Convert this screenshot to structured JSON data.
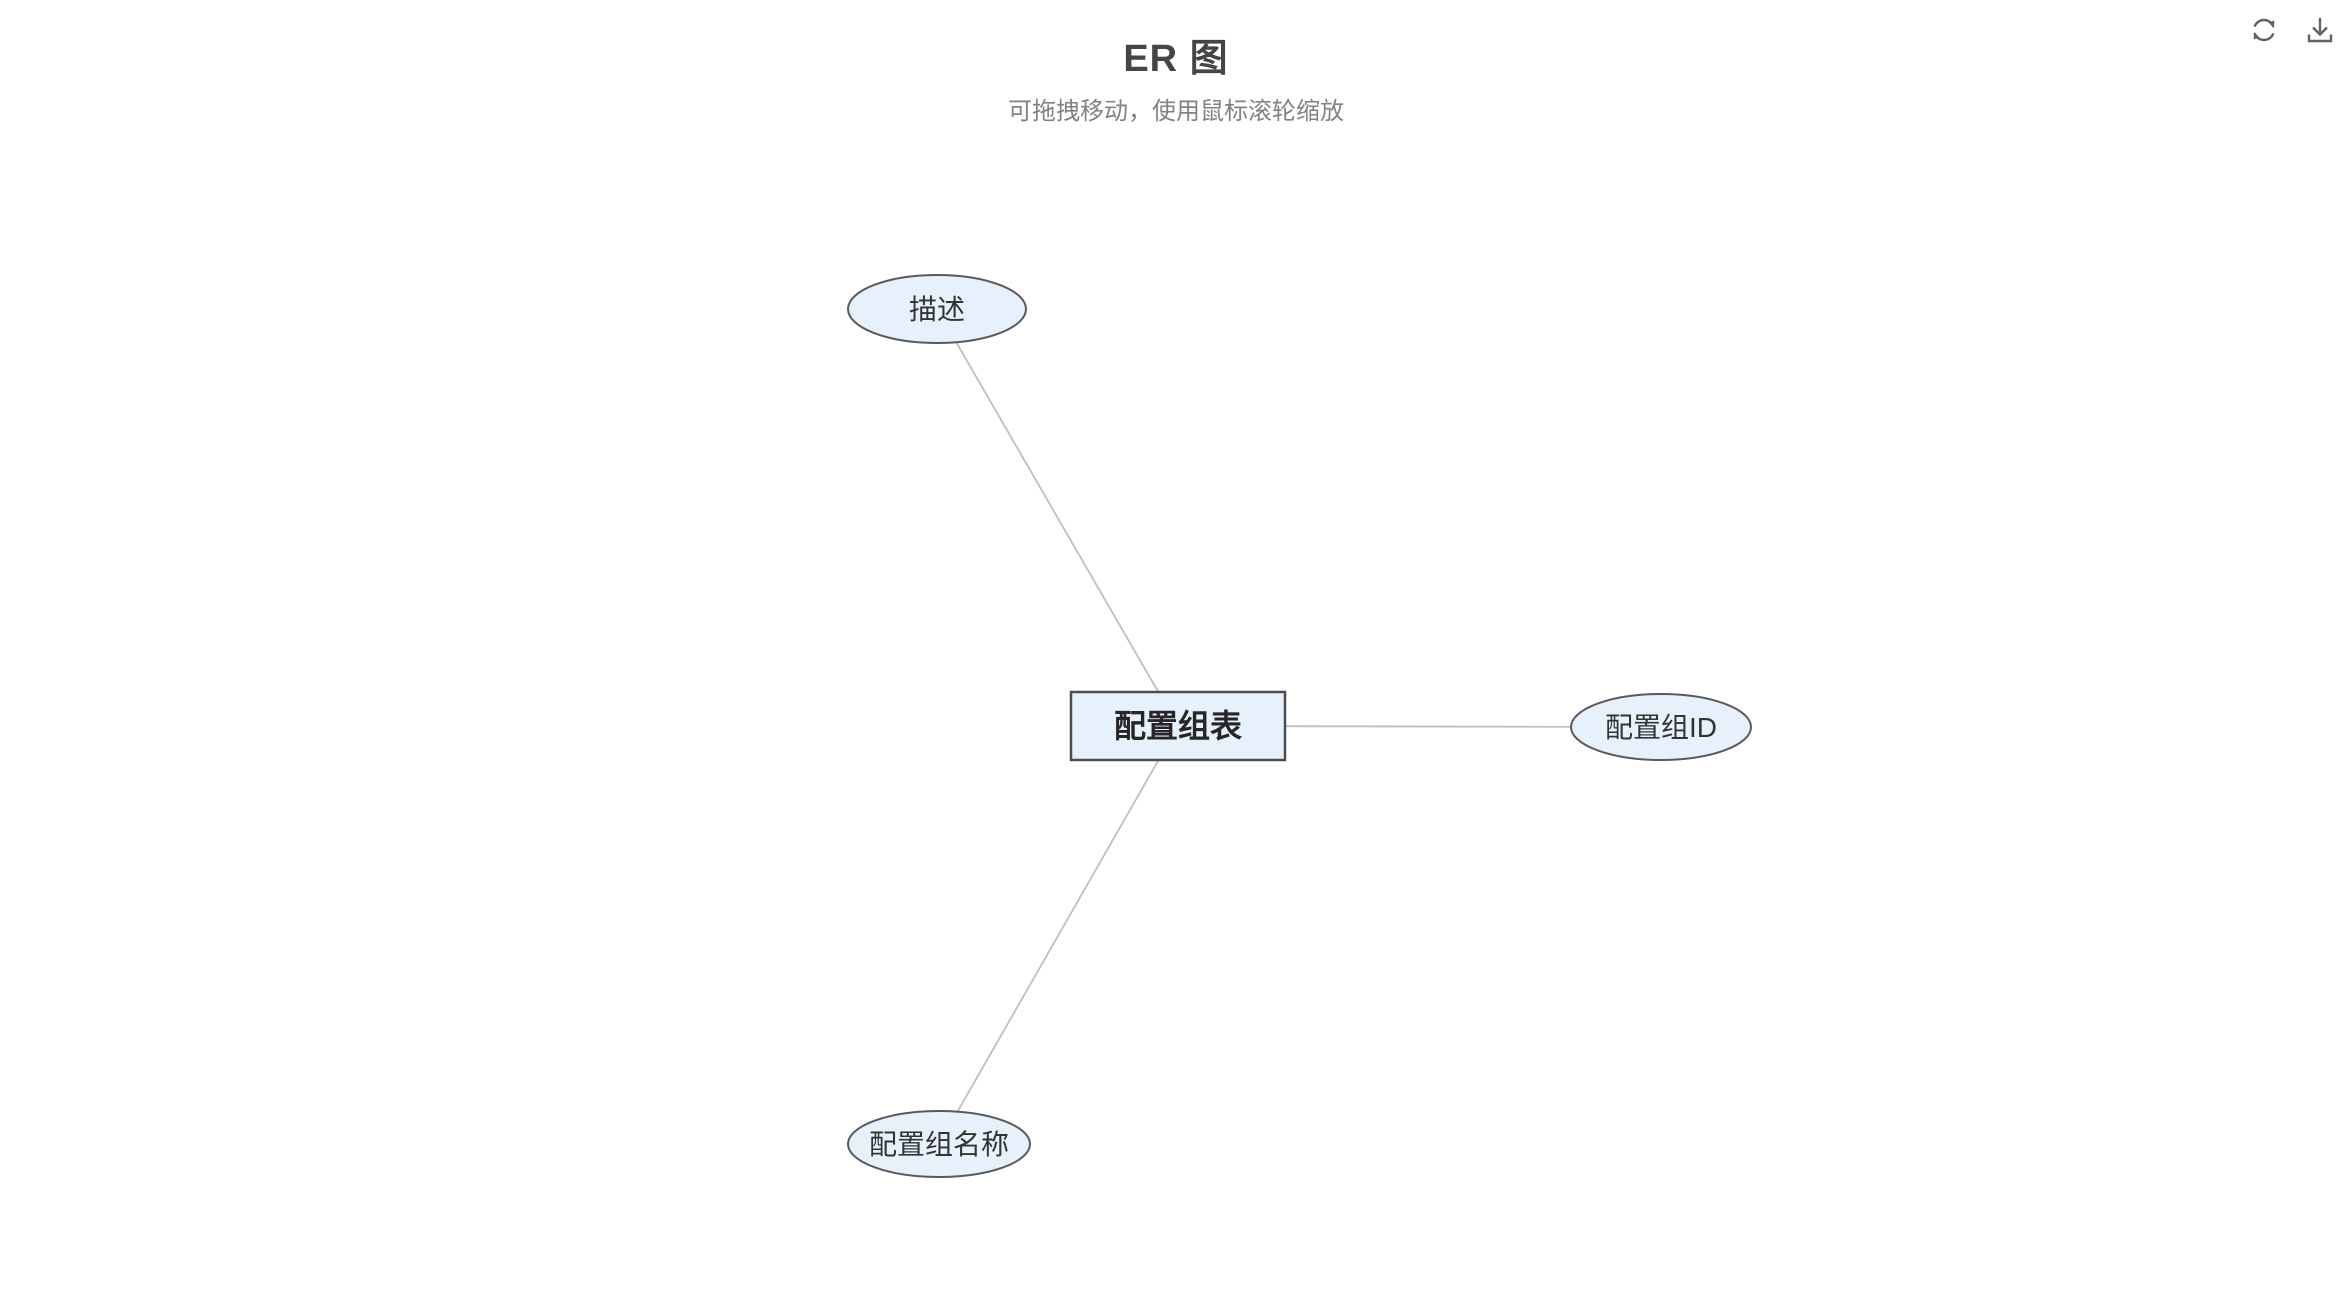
{
  "header": {
    "title": "ER 图",
    "subtitle": "可拖拽移动，使用鼠标滚轮缩放"
  },
  "toolbar": {
    "refresh_icon": "refresh-icon",
    "download_icon": "download-icon",
    "icon_color": "#616161"
  },
  "diagram": {
    "type": "er-diagram",
    "entity": {
      "label": "配置组表",
      "shape": "rectangle"
    },
    "attributes": [
      {
        "label": "描述",
        "shape": "ellipse",
        "position": "top-left"
      },
      {
        "label": "配置组ID",
        "shape": "ellipse",
        "position": "right"
      },
      {
        "label": "配置组名称",
        "shape": "ellipse",
        "position": "bottom-left"
      }
    ],
    "edges": [
      {
        "from": "配置组表",
        "to": "描述"
      },
      {
        "from": "配置组表",
        "to": "配置组ID"
      },
      {
        "from": "配置组表",
        "to": "配置组名称"
      }
    ],
    "colors": {
      "node_fill": "#e6f1fc",
      "rect_border": "#4d4d4d",
      "ellipse_border": "#5a5a5a",
      "edge": "#bfbfbf",
      "title_text": "#454545",
      "subtitle_text": "#828282",
      "background": "#ffffff"
    }
  }
}
